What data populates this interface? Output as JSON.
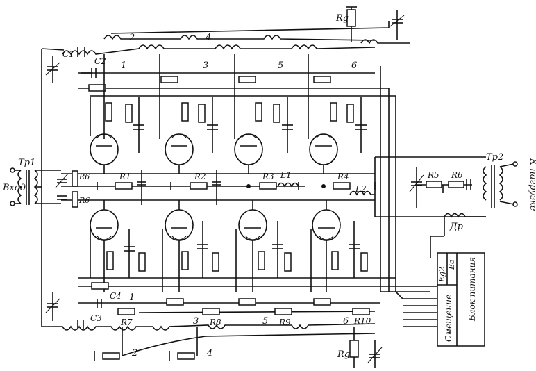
{
  "labels": {
    "tr1": "Тр1",
    "tr2": "Тр2",
    "input": "Вход",
    "output": "К нагрузке",
    "choke": "Др",
    "rg_top": "Rg",
    "rg_bottom": "Rg",
    "c1": "C1",
    "c2": "C2",
    "c3": "C3",
    "c4": "C4",
    "r1": "R1",
    "r2": "R2",
    "r3": "R3",
    "r4": "R4",
    "r5": "R5",
    "r6": "R6",
    "r7": "R7",
    "r8": "R8",
    "r9": "R9",
    "r10": "R10",
    "r6a": "R6",
    "r6b": "R6",
    "l1": "L1",
    "l2": "L2",
    "ea": "Ea",
    "eg2": "Eg2",
    "bias": "Смещение",
    "psu": "Блок питания",
    "top_taps": [
      "2",
      "4",
      "1",
      "3",
      "5",
      "6"
    ],
    "bottom_taps": [
      "1",
      "3",
      "5",
      "6",
      "2",
      "4"
    ]
  }
}
